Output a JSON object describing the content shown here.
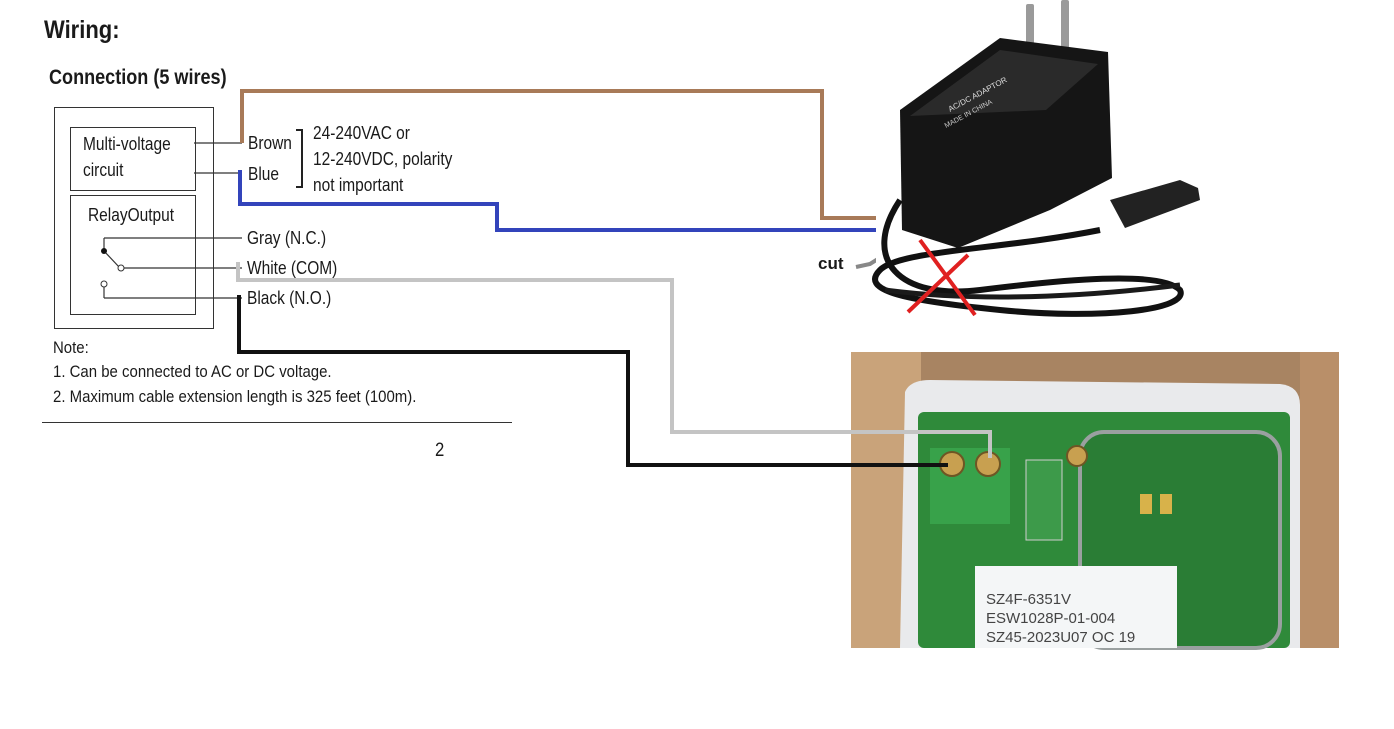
{
  "diagram": {
    "title": "Wiring:",
    "subtitle": "Connection (5 wires)",
    "module": {
      "circuit_label_line1": "Multi-voltage",
      "circuit_label_line2": "circuit",
      "relay_label": "RelayOutput"
    },
    "wires": {
      "brown": "Brown",
      "blue": "Blue",
      "gray": "Gray (N.C.)",
      "white": "White (COM)",
      "black": "Black (N.O.)"
    },
    "voltage_note": {
      "line1": "24-240VAC or",
      "line2": "12-240VDC, polarity",
      "line3": "not important"
    },
    "notes": {
      "heading": "Note:",
      "item1": "1. Can be connected to AC or DC voltage.",
      "item2": "2.  Maximum cable extension length is 325 feet (100m)."
    },
    "page_number": "2",
    "cut_label": "cut",
    "adapter_text": {
      "line1": "AC/DC ADAPTOR",
      "line2": "MADE IN CHINA"
    },
    "board_label": {
      "line1": "SZ4F-6351V",
      "line2": "ESW1028P-01-004",
      "line3": "SZ45-2023U07 OC 19"
    },
    "colors": {
      "brown_wire": "#a87a58",
      "blue_wire": "#3344bb",
      "white_wire": "#c4c4c4",
      "black_wire": "#111111",
      "gray_wire": "#888888",
      "cut_mark": "#e02020",
      "pcb_green": "#2f8a3a"
    }
  }
}
